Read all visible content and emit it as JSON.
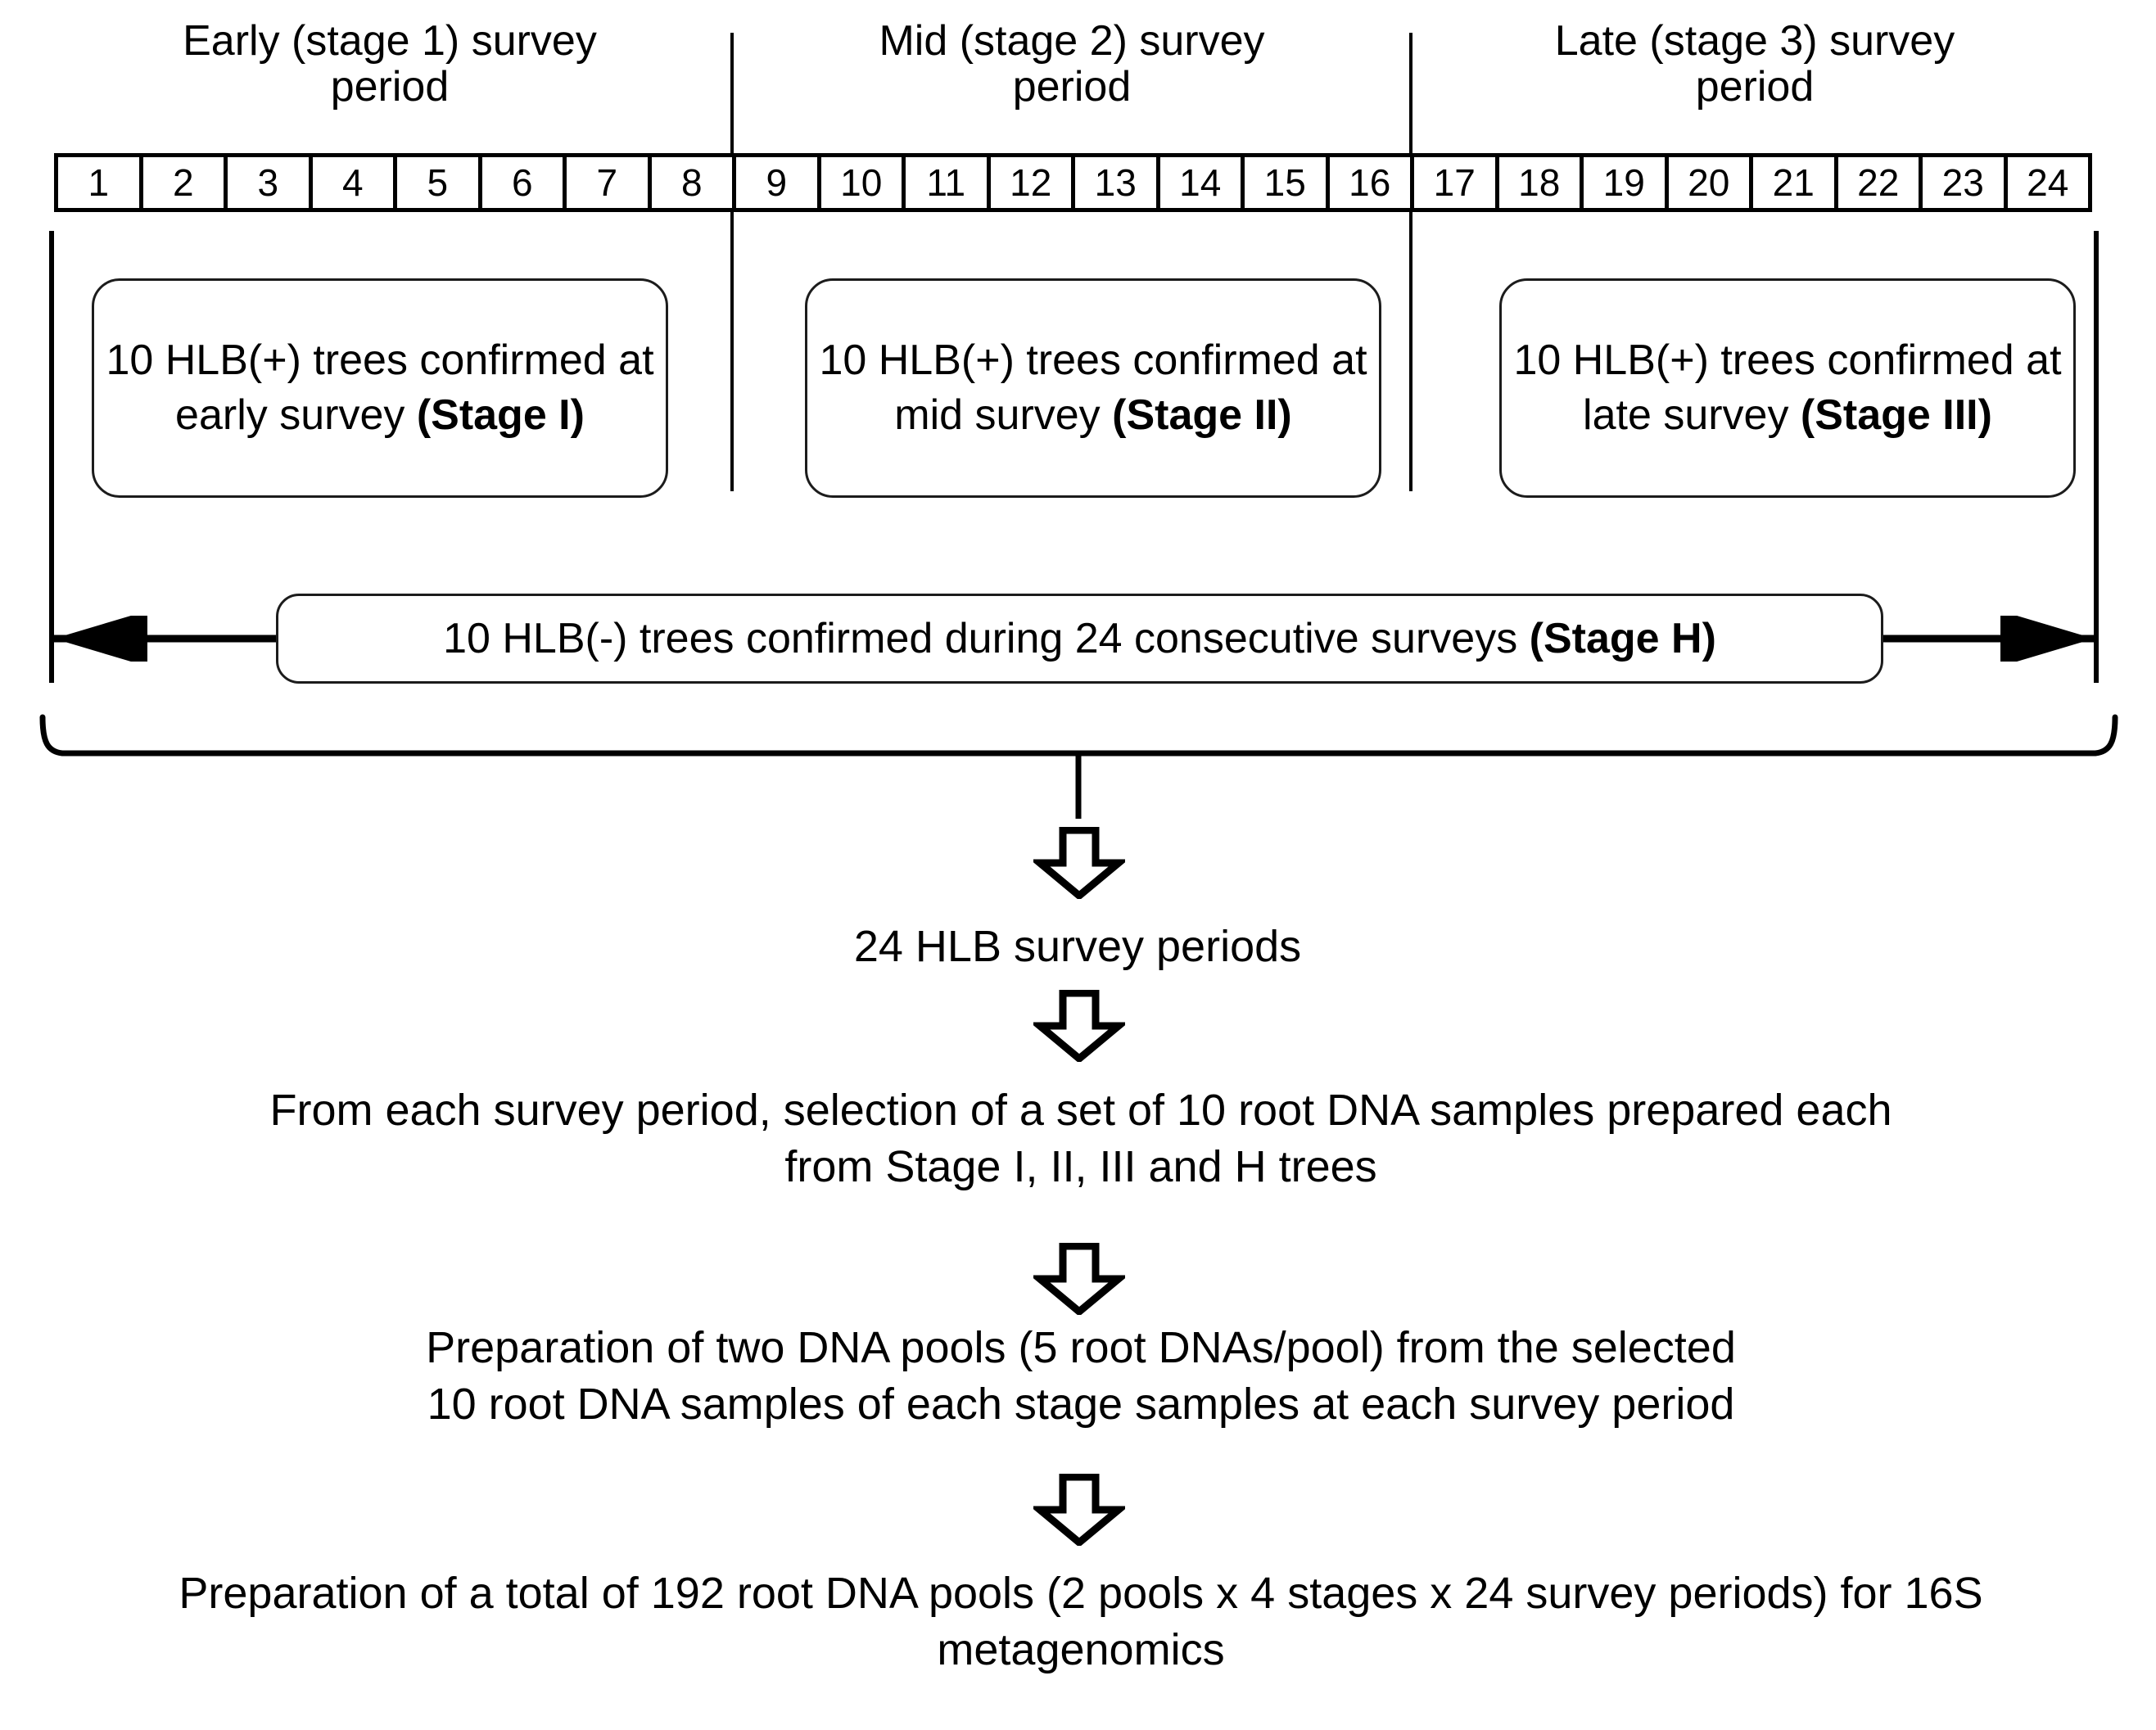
{
  "timeline": {
    "periods": [
      {
        "id": "early",
        "caption": "Early (stage 1) survey\nperiod"
      },
      {
        "id": "mid",
        "caption": "Mid (stage 2) survey\nperiod"
      },
      {
        "id": "late",
        "caption": "Late (stage 3) survey\nperiod"
      }
    ],
    "survey_numbers": [
      "1",
      "2",
      "3",
      "4",
      "5",
      "6",
      "7",
      "8",
      "9",
      "10",
      "11",
      "12",
      "13",
      "14",
      "15",
      "16",
      "17",
      "18",
      "19",
      "20",
      "21",
      "22",
      "23",
      "24"
    ],
    "total_survey_periods": 24
  },
  "stage_boxes": [
    {
      "id": "stage-1",
      "text": "10 HLB(+) trees\nconfirmed at early\nsurvey ",
      "bold_suffix": "(Stage I)"
    },
    {
      "id": "stage-2",
      "text": "10 HLB(+) trees\nconfirmed at mid\nsurvey ",
      "bold_suffix": "(Stage II)"
    },
    {
      "id": "stage-3",
      "text": "10 HLB(+) trees\nconfirmed at late\nsurvey ",
      "bold_suffix": "(Stage III)"
    }
  ],
  "stage_h_box": {
    "text": "10 HLB(-) trees confirmed during 24 consecutive surveys ",
    "bold_suffix": "(Stage H)"
  },
  "flow": {
    "steps": [
      {
        "id": "step-1",
        "text": "24 HLB survey periods"
      },
      {
        "id": "step-2",
        "text": "From each survey period, selection of a set of 10 root DNA samples prepared each\nfrom  Stage I, II, III and H trees"
      },
      {
        "id": "step-3",
        "text": "Preparation of two DNA pools (5 root DNAs/pool) from the selected\n10 root DNA samples of each stage samples at each survey period"
      },
      {
        "id": "step-4",
        "text": "Preparation of a total of 192 root DNA pools (2 pools x 4 stages x 24 survey periods) for 16S\nmetagenomics"
      }
    ],
    "arrow_count": 4
  },
  "colors": {
    "stroke": "#000000",
    "box_border": "#1c1c1c",
    "background": "#ffffff"
  }
}
